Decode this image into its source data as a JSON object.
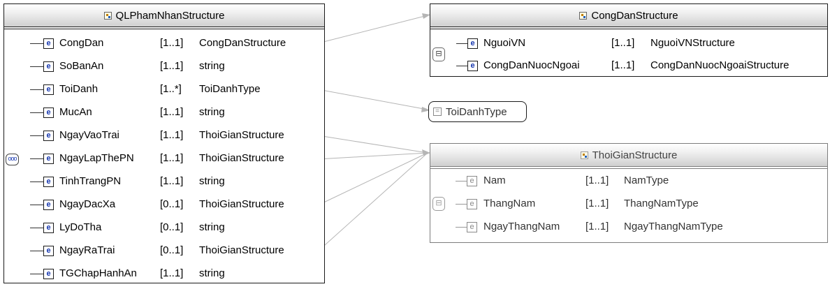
{
  "main": {
    "title": "QLPhamNhanStructure",
    "rows": [
      {
        "name": "CongDan",
        "card": "[1..1]",
        "type": "CongDanStructure"
      },
      {
        "name": "SoBanAn",
        "card": "[1..1]",
        "type": "string"
      },
      {
        "name": "ToiDanh",
        "card": "[1..*]",
        "type": "ToiDanhType"
      },
      {
        "name": "MucAn",
        "card": "[1..1]",
        "type": "string"
      },
      {
        "name": "NgayVaoTrai",
        "card": "[1..1]",
        "type": "ThoiGianStructure"
      },
      {
        "name": "NgayLapThePN",
        "card": "[1..1]",
        "type": "ThoiGianStructure"
      },
      {
        "name": "TinhTrangPN",
        "card": "[1..1]",
        "type": "string"
      },
      {
        "name": "NgayDacXa",
        "card": "[0..1]",
        "type": "ThoiGianStructure"
      },
      {
        "name": "LyDoTha",
        "card": "[0..1]",
        "type": "string"
      },
      {
        "name": "NgayRaTrai",
        "card": "[0..1]",
        "type": "ThoiGianStructure"
      },
      {
        "name": "TGChapHanhAn",
        "card": "[1..1]",
        "type": "string"
      }
    ]
  },
  "congdan": {
    "title": "CongDanStructure",
    "rows": [
      {
        "name": "NguoiVN",
        "card": "[1..1]",
        "type": "NguoiVNStructure"
      },
      {
        "name": "CongDanNuocNgoai",
        "card": "[1..1]",
        "type": "CongDanNuocNgoaiStructure"
      }
    ]
  },
  "toidanh": {
    "title": "ToiDanhType"
  },
  "thoigian": {
    "title": "ThoiGianStructure",
    "rows": [
      {
        "name": "Nam",
        "card": "[1..1]",
        "type": "NamType"
      },
      {
        "name": "ThangNam",
        "card": "[1..1]",
        "type": "ThangNamType"
      },
      {
        "name": "NgayThangNam",
        "card": "[1..1]",
        "type": "NgayThangNamType"
      }
    ]
  },
  "icons": {
    "element": "e",
    "sequence": "ooo",
    "choice": "choice-icon",
    "structure": "structure-icon",
    "simple_type": "simple-type-icon"
  }
}
